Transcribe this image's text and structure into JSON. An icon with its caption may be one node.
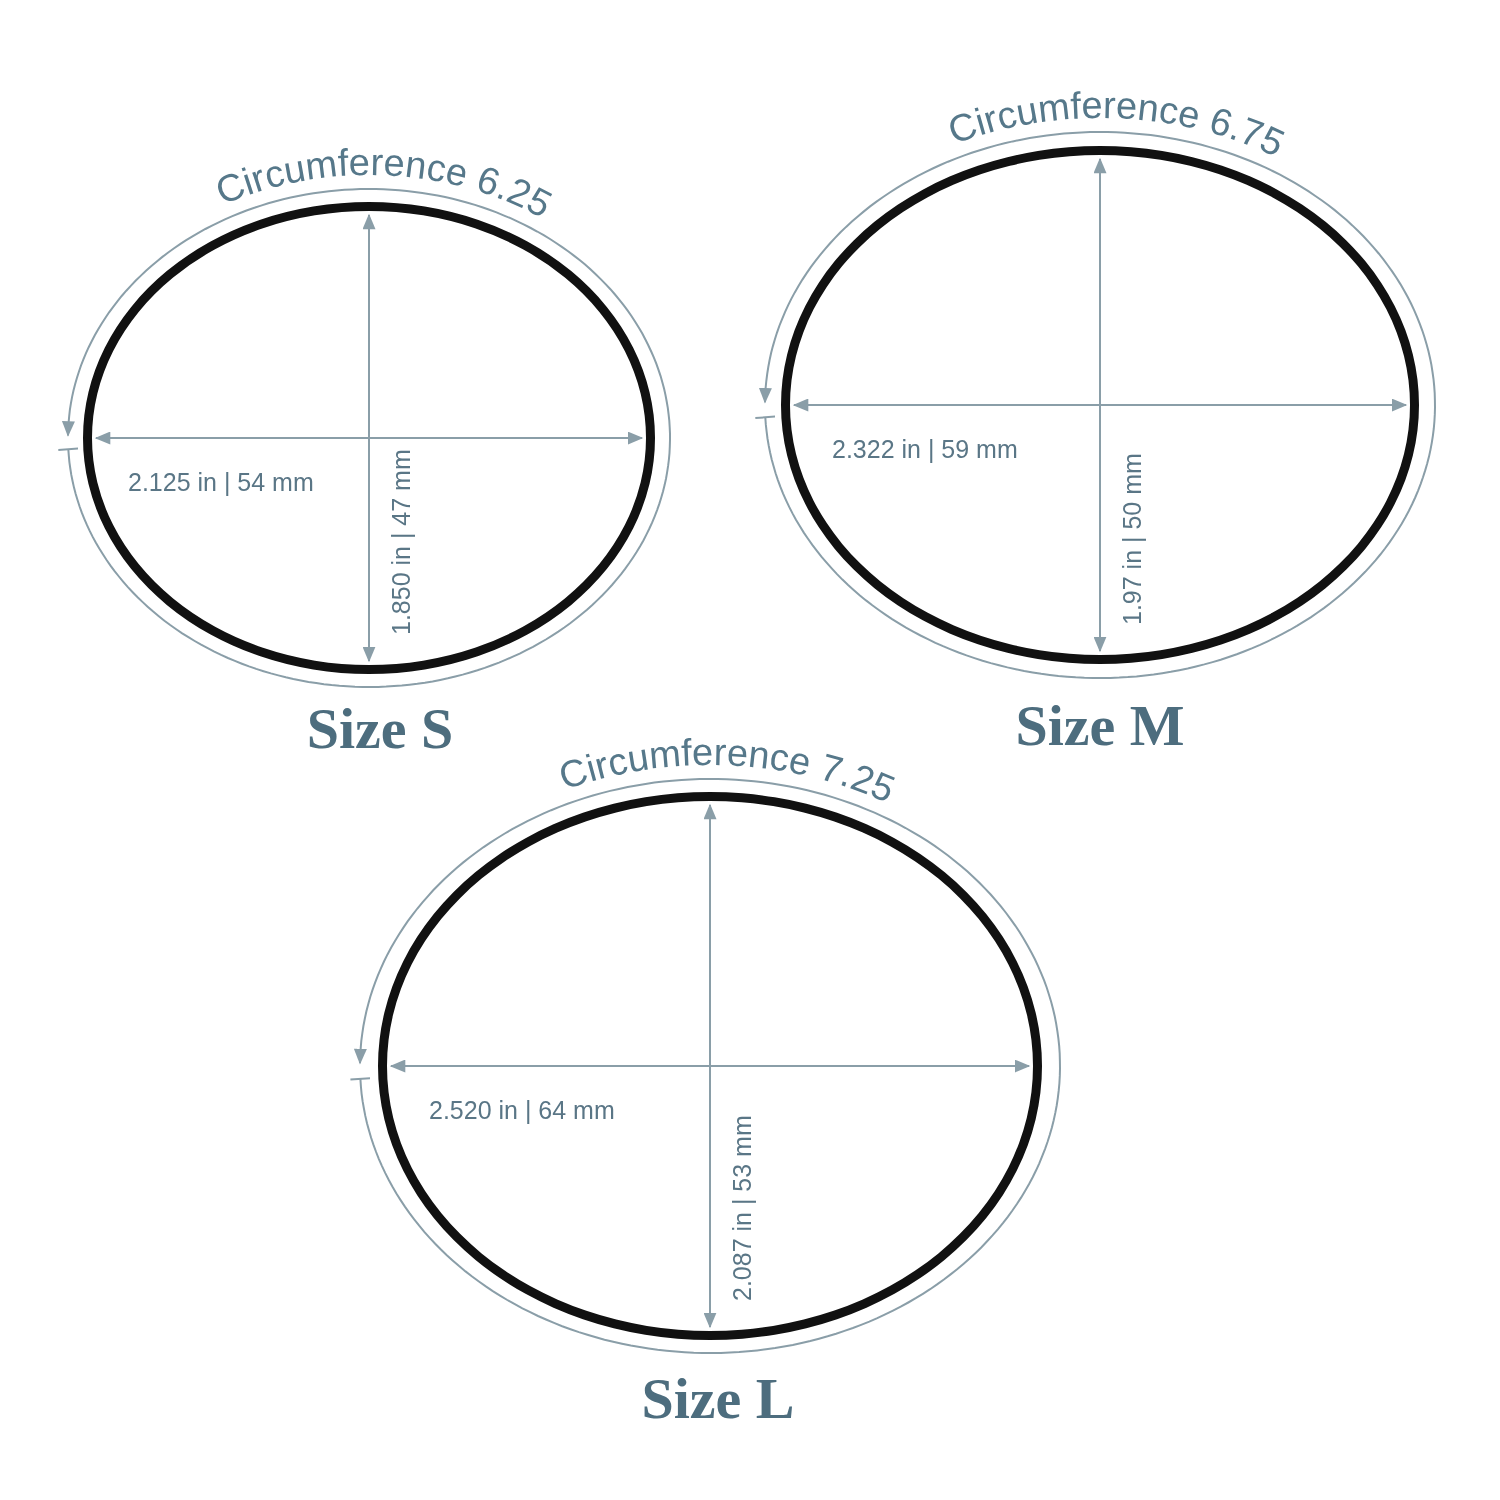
{
  "diagram": {
    "nodes": [
      {
        "text": [
          "2.125 in | 54 mm",
          "1.850 in | 47 mm"
        ],
        "beside": [
          "Circumference 6.25",
          "Size S"
        ]
      },
      {
        "text": [
          "2.322 in | 59 mm",
          "1.97 in | 50 mm"
        ],
        "beside": [
          "Circumference 6.75",
          "Size M"
        ]
      },
      {
        "text": [
          "2.520 in | 64 mm",
          "2.087 in | 53 mm"
        ],
        "beside": [
          "Circumference 7.25",
          "Size L"
        ]
      }
    ],
    "edges": [
      {
        "from": 0,
        "to": 0,
        "arrow": "to"
      },
      {
        "from": 1,
        "to": 1,
        "arrow": "to"
      },
      {
        "from": 2,
        "to": 2,
        "arrow": "to"
      }
    ]
  }
}
